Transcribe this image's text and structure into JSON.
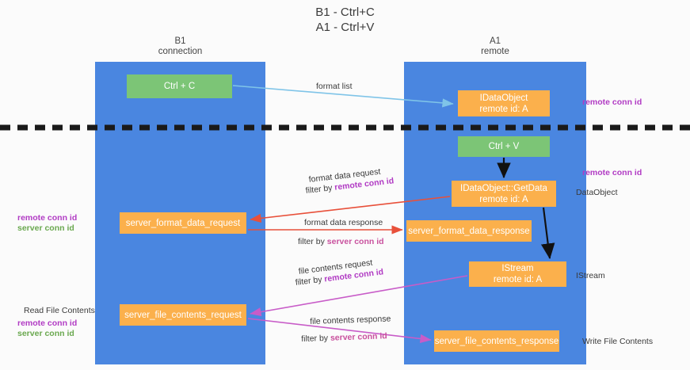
{
  "title": "B1 - Ctrl+C\nA1 - Ctrl+V",
  "lanes": {
    "b1": {
      "header": "B1\nconnection"
    },
    "a1": {
      "header": "A1\nremote"
    }
  },
  "nodes": {
    "ctrl_c": "Ctrl + C",
    "idataobject": "IDataObject\nremote id: A",
    "ctrl_v": "Ctrl + V",
    "getdata": "IDataObject::GetData\nremote id: A",
    "server_format_data_request": "server_format_data_request",
    "server_format_data_response": "server_format_data_response",
    "istream": "IStream\nremote id: A",
    "server_file_contents_request": "server_file_contents_request",
    "server_file_contents_response": "server_file_contents_response"
  },
  "arrow_labels": {
    "format_list": "format list",
    "format_data_request": "format data request",
    "format_data_request_filter_prefix": "filter by ",
    "format_data_request_filter_key": "remote conn id",
    "format_data_response": "format data response",
    "format_data_response_filter_prefix": "filter by ",
    "format_data_response_filter_key": "server conn id",
    "file_contents_request": "file contents request",
    "file_contents_request_filter_prefix": "filter by ",
    "file_contents_request_filter_key": "remote conn id",
    "file_contents_response": "file contents response",
    "file_contents_response_filter_prefix": "filter by ",
    "file_contents_response_filter_key": "server conn id"
  },
  "annotations": {
    "right_remote_conn_id_top": "remote conn id",
    "right_remote_conn_id_mid": "remote conn id",
    "right_dataobject": "DataObject",
    "right_istream": "IStream",
    "right_write_file_contents": "Write File Contents",
    "left_remote_conn_id_mid": "remote conn id",
    "left_server_conn_id_mid": "server conn id",
    "left_read_file_contents": "Read File Contents",
    "left_remote_conn_id_bottom": "remote conn id",
    "left_server_conn_id_bottom": "server conn id"
  },
  "colors": {
    "lane_blue": "#4a86e0",
    "node_green": "#7cc576",
    "node_orange": "#fbb04c",
    "remote_conn_id": "#b13bc4",
    "server_conn_id": "#6aa84f",
    "filter_key_pink": "#c9519e",
    "arrow_format_list": "#7fc4e8",
    "arrow_format_data": "#e8503a",
    "arrow_file_contents": "#c85cc8",
    "divider": "#1a1a1a"
  }
}
